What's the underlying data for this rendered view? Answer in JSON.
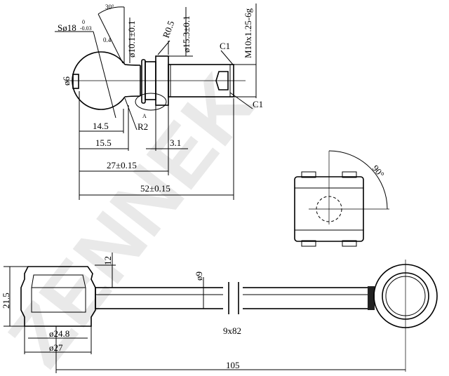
{
  "watermark": "ZENNEK",
  "labels": {
    "sphere": "Sø18",
    "sphere_tol_upper": "0",
    "sphere_tol_lower": "-0.03",
    "angle_30": "30°",
    "val_04": "0.4",
    "d6": "ø6",
    "d10": "ø10.1±0.1",
    "r05": "R0.5",
    "d15": "ø15.3±0.1",
    "thread": "M10x1.25-6g",
    "c1_top": "C1",
    "c1_bottom": "C1",
    "section_a": "A",
    "r2": "R2",
    "l145": "14.5",
    "l155": "15.5",
    "l31": "3.1",
    "l27": "27±0.15",
    "l52": "52±0.15",
    "angle_90": "90°",
    "h215": "21.5",
    "d248": "ø24.8",
    "d27": "ø27",
    "h12": "12",
    "d9": "ø9",
    "rod": "9x82",
    "l105": "105"
  }
}
